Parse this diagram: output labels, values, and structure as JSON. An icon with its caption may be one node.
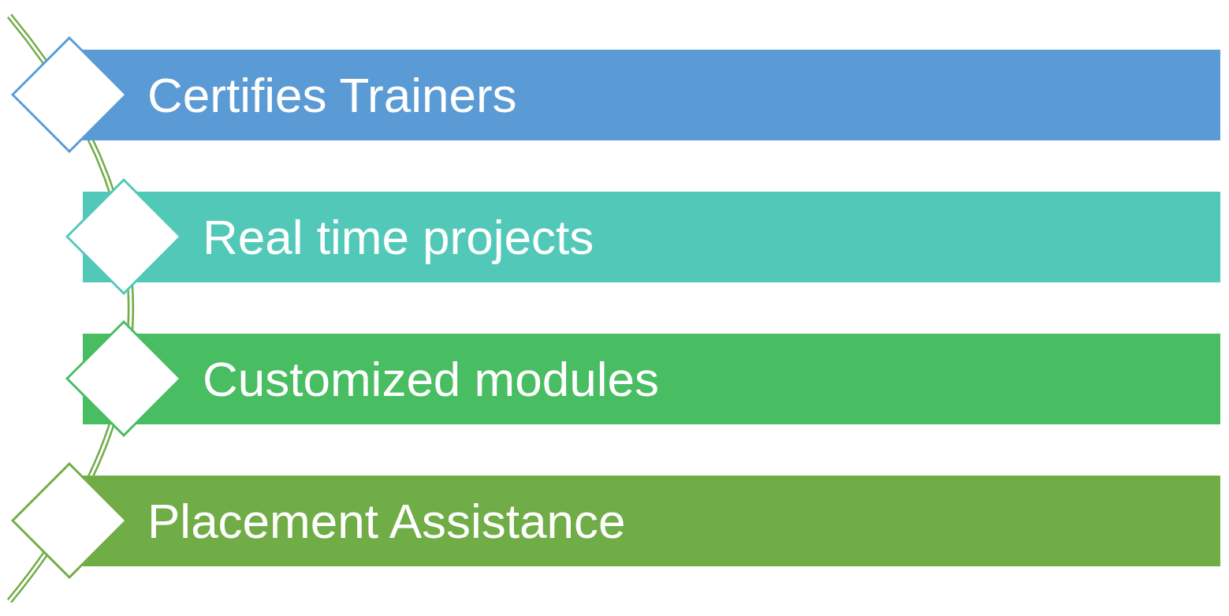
{
  "diagram": {
    "nodes": [
      {
        "text": [],
        "shape": "diamond"
      },
      {
        "text": [
          "Certifies Trainers"
        ]
      },
      {
        "text": [],
        "shape": "diamond"
      },
      {
        "text": [
          "Real time projects"
        ]
      },
      {
        "text": [],
        "shape": "diamond"
      },
      {
        "text": [
          "Customized modules"
        ]
      },
      {
        "text": [],
        "shape": "diamond"
      },
      {
        "text": [
          "Placement Assistance"
        ]
      }
    ],
    "edges": []
  }
}
